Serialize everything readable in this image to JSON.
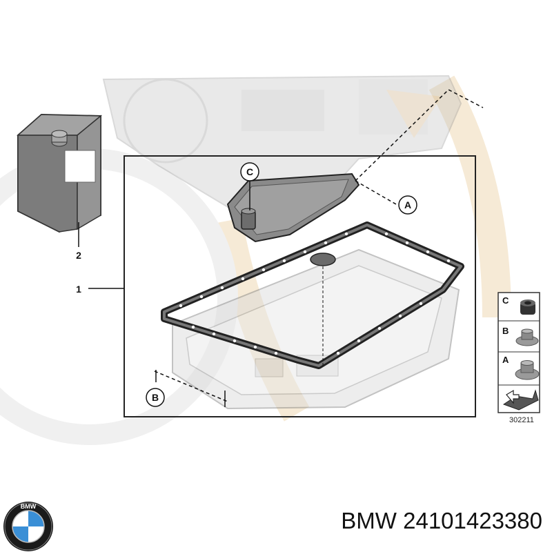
{
  "callouts": {
    "part_1": "1",
    "part_2": "2",
    "letter_a": "A",
    "letter_b": "B",
    "letter_c": "C"
  },
  "legend": {
    "c": "C",
    "b": "B",
    "a": "A"
  },
  "diagram_ref": "302211",
  "caption": {
    "brand": "BMW",
    "part_number": "24101423380"
  },
  "logo": {
    "text": "BMW",
    "colors": {
      "blue": "#3a8fd6",
      "white": "#ffffff",
      "ring": "#1a1a1a"
    }
  },
  "colors": {
    "watermark": "#f6ead8",
    "line": "#111111",
    "gasket": "#3a3a3a",
    "filter": "#8a8a8a"
  }
}
